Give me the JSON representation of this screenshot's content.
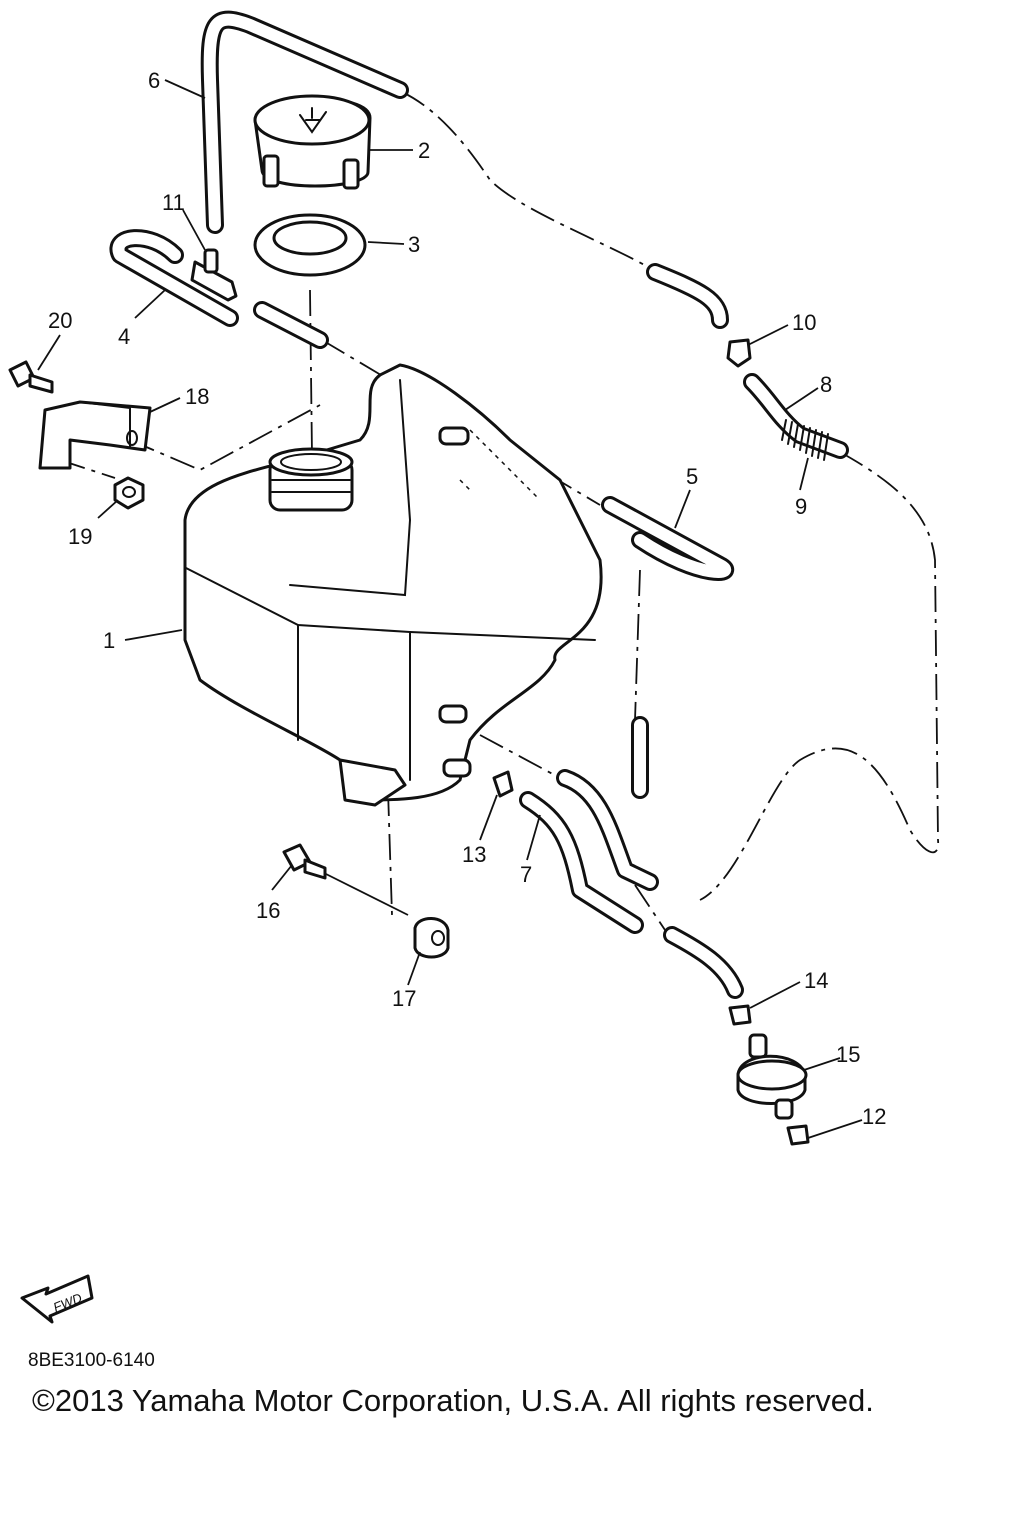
{
  "callouts": {
    "c1": "1",
    "c2": "2",
    "c3": "3",
    "c4": "4",
    "c5": "5",
    "c6": "6",
    "c7": "7",
    "c8": "8",
    "c9": "9",
    "c10": "10",
    "c11": "11",
    "c12": "12",
    "c13": "13",
    "c14": "14",
    "c15": "15",
    "c16": "16",
    "c17": "17",
    "c18": "18",
    "c19": "19",
    "c20": "20"
  },
  "fwd_arrow": {
    "label": "FWD",
    "icon": "fwd-arrow-icon"
  },
  "diagram_code": "8BE3100-6140",
  "copyright": "©2013 Yamaha Motor Corporation, U.S.A. All rights reserved."
}
